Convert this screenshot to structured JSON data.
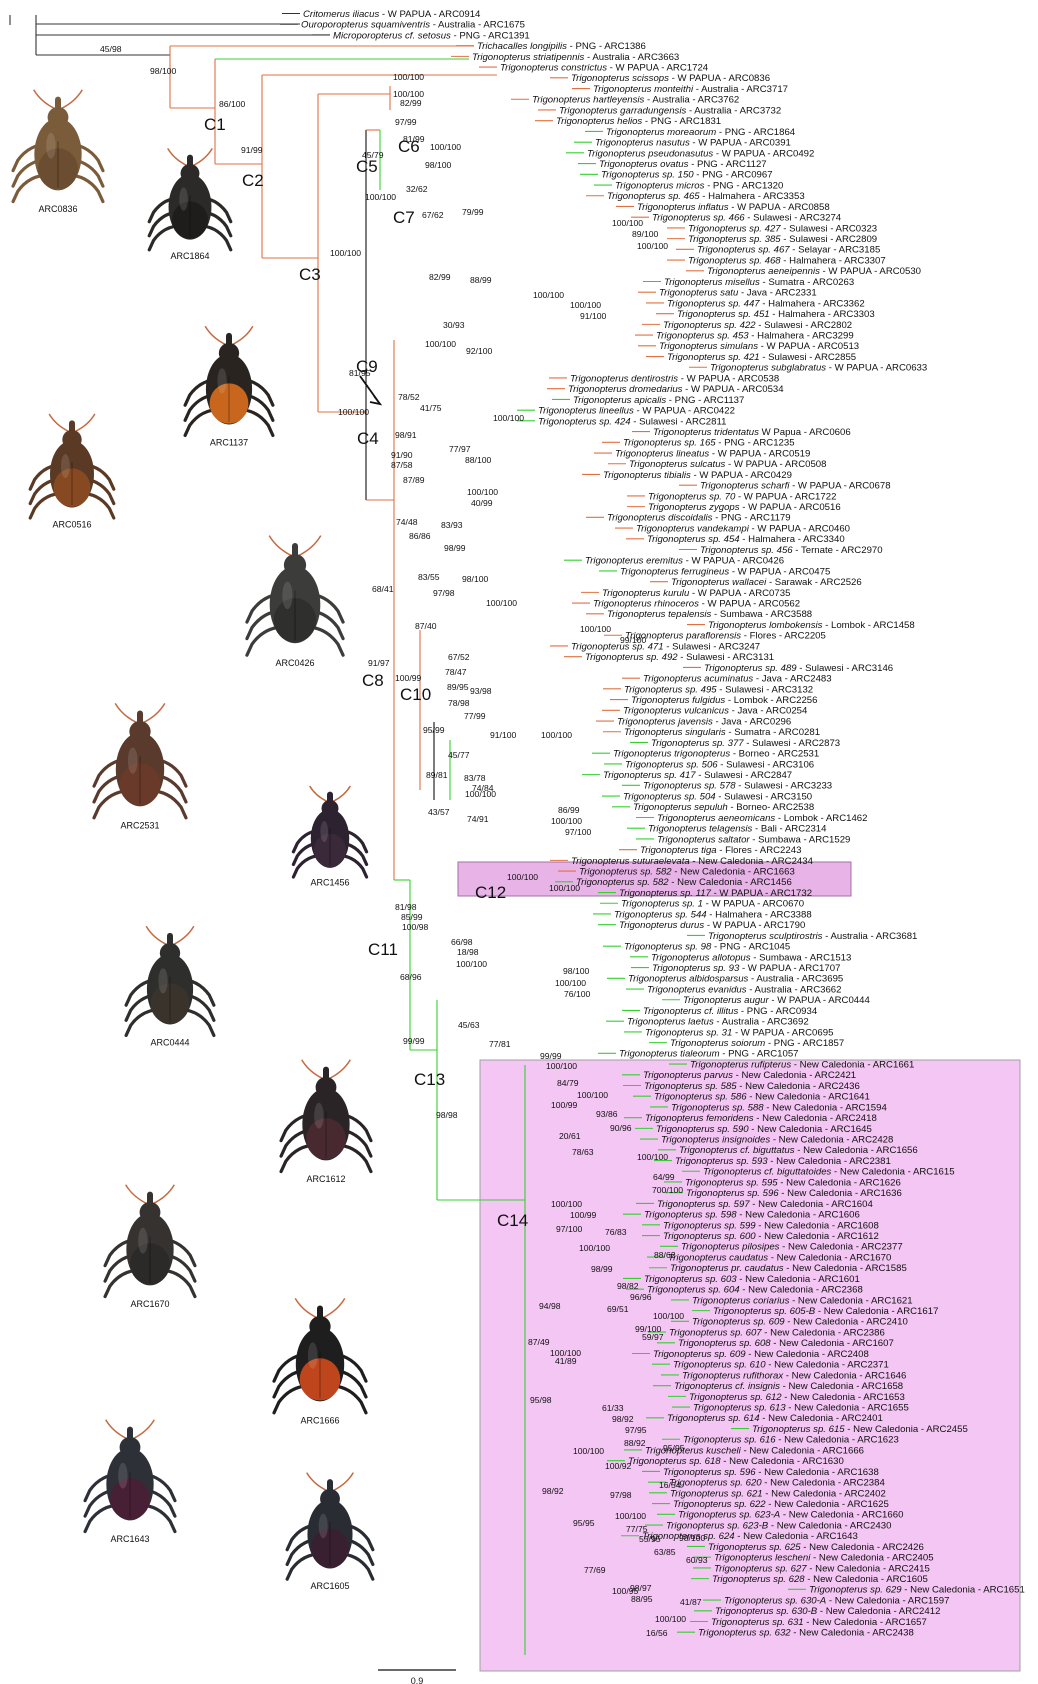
{
  "colors": {
    "outgroup": "#333333",
    "c1": "#e07040",
    "green": "#35d030",
    "c12": "#e8b4e8",
    "c14": "#f3c6f3",
    "box": "#a070a0"
  },
  "scale": {
    "label": "0.9"
  },
  "tips": [
    {
      "sp": "Critomerus iliacus",
      "rest": " - W PAPUA - ARC0914"
    },
    {
      "sp": "Ouroporopterus squamiventris",
      "rest": " - Australia - ARC1675"
    },
    {
      "sp": "Microporopterus cf. setosus",
      "rest": " - PNG - ARC1391"
    },
    {
      "sp": "Trichacalles longipilis",
      "rest": " - PNG - ARC1386"
    },
    {
      "sp": "Trigonopterus striatipennis",
      "rest": " - Australia - ARC3663"
    },
    {
      "sp": "Trigonopterus constrictus",
      "rest": " - W PAPUA - ARC1724"
    },
    {
      "sp": "Trigonopterus scissops",
      "rest": " - W PAPUA - ARC0836"
    },
    {
      "sp": "Trigonopterus monteithi",
      "rest": " - Australia - ARC3717"
    },
    {
      "sp": "Trigonopterus hartleyensis",
      "rest": " - Australia - ARC3762"
    },
    {
      "sp": "Trigonopterus garradungensis",
      "rest": " - Australia - ARC3732"
    },
    {
      "sp": "Trigonopterus helios",
      "rest": " - PNG - ARC1831"
    },
    {
      "sp": "Trigonopterus moreaorum",
      "rest": " - PNG - ARC1864"
    },
    {
      "sp": "Trigonopterus nasutus",
      "rest": " - W PAPUA - ARC0391"
    },
    {
      "sp": "Trigonopterus pseudonasutus",
      "rest": " - W PAPUA - ARC0492"
    },
    {
      "sp": "Trigonopterus ovatus",
      "rest": " - PNG - ARC1127"
    },
    {
      "sp": "Trigonopterus sp. 150",
      "rest": " - PNG - ARC0967"
    },
    {
      "sp": "Trigonopterus micros",
      "rest": " - PNG - ARC1320"
    },
    {
      "sp": "Trigonopterus sp. 465",
      "rest": " - Halmahera - ARC3353"
    },
    {
      "sp": "Trigonopterus inflatus",
      "rest": " - W PAPUA - ARC0858"
    },
    {
      "sp": "Trigonopterus sp. 466",
      "rest": " - Sulawesi - ARC3274"
    },
    {
      "sp": "Trigonopterus sp. 427",
      "rest": " - Sulawesi - ARC0323"
    },
    {
      "sp": "Trigonopterus sp. 385",
      "rest": " - Sulawesi - ARC2809"
    },
    {
      "sp": "Trigonopterus sp. 467",
      "rest": " - Selayar - ARC3185"
    },
    {
      "sp": "Trigonopterus sp. 468",
      "rest": " - Halmahera - ARC3307"
    },
    {
      "sp": "Trigonopterus aeneipennis",
      "rest": " - W PAPUA - ARC0530"
    },
    {
      "sp": "Trigonopterus misellus",
      "rest": " - Sumatra - ARC0263"
    },
    {
      "sp": "Trigonopterus satu",
      "rest": " - Java - ARC2331"
    },
    {
      "sp": "Trigonopterus sp. 447",
      "rest": " - Halmahera - ARC3362"
    },
    {
      "sp": "Trigonopterus sp. 451",
      "rest": " - Halmahera - ARC3303"
    },
    {
      "sp": "Trigonopterus sp. 422",
      "rest": " - Sulawesi - ARC2802"
    },
    {
      "sp": "Trigonopterus sp. 453",
      "rest": " - Halmahera - ARC3299"
    },
    {
      "sp": "Trigonopterus simulans",
      "rest": " - W PAPUA - ARC0513"
    },
    {
      "sp": "Trigonopterus sp. 421",
      "rest": " - Sulawesi - ARC2855"
    },
    {
      "sp": "Trigonopterus subglabratus",
      "rest": " - W PAPUA - ARC0633"
    },
    {
      "sp": "Trigonopterus dentirostris",
      "rest": " - W PAPUA - ARC0538"
    },
    {
      "sp": "Trigonopterus dromedarius",
      "rest": " - W PAPUA - ARC0534"
    },
    {
      "sp": "Trigonopterus apicalis",
      "rest": " - PNG - ARC1137"
    },
    {
      "sp": "Trigonopterus lineellus",
      "rest": " - W PAPUA - ARC0422"
    },
    {
      "sp": "Trigonopterus sp. 424",
      "rest": " - Sulawesi - ARC2811"
    },
    {
      "sp": "Trigonopterus tridentatus",
      "rest": " W Papua - ARC0606"
    },
    {
      "sp": "Trigonopterus sp. 165",
      "rest": " - PNG - ARC1235"
    },
    {
      "sp": "Trigonopterus lineatus",
      "rest": " - W PAPUA - ARC0519"
    },
    {
      "sp": "Trigonopterus sulcatus",
      "rest": " - W PAPUA - ARC0508"
    },
    {
      "sp": "Trigonopterus tibialis",
      "rest": " - W PAPUA - ARC0429"
    },
    {
      "sp": "Trigonopterus scharfi",
      "rest": " - W PAPUA - ARC0678"
    },
    {
      "sp": "Trigonopterus sp. 70",
      "rest": " - W PAPUA - ARC1722"
    },
    {
      "sp": "Trigonopterus zygops",
      "rest": " - W PAPUA - ARC0516"
    },
    {
      "sp": "Trigonopterus discoidalis",
      "rest": " - PNG - ARC1179"
    },
    {
      "sp": "Trigonopterus vandekampi",
      "rest": " - W PAPUA - ARC0460"
    },
    {
      "sp": "Trigonopterus sp. 454",
      "rest": " - Halmahera - ARC3340"
    },
    {
      "sp": "Trigonopterus sp. 456",
      "rest": " - Ternate - ARC2970"
    },
    {
      "sp": "Trigonopterus eremitus",
      "rest": " - W PAPUA - ARC0426"
    },
    {
      "sp": "Trigonopterus ferrugineus",
      "rest": " - W PAPUA - ARC0475"
    },
    {
      "sp": "Trigonopterus wallacei",
      "rest": " - Sarawak - ARC2526"
    },
    {
      "sp": "Trigonopterus kurulu",
      "rest": " - W PAPUA - ARC0735"
    },
    {
      "sp": "Trigonopterus rhinoceros",
      "rest": " - W PAPUA - ARC0562"
    },
    {
      "sp": "Trigonopterus tepalensis",
      "rest": " - Sumbawa - ARC3588"
    },
    {
      "sp": "Trigonopterus lombokensis",
      "rest": " - Lombok - ARC1458"
    },
    {
      "sp": "Trigonopterus paraflorensis",
      "rest": " - Flores - ARC2205"
    },
    {
      "sp": "Trigonopterus sp. 471",
      "rest": " - Sulawesi - ARC3247"
    },
    {
      "sp": "Trigonopterus sp. 492",
      "rest": " - Sulawesi - ARC3131"
    },
    {
      "sp": "Trigonopterus sp. 489",
      "rest": " - Sulawesi - ARC3146"
    },
    {
      "sp": "Trigonopterus acuminatus",
      "rest": " - Java - ARC2483"
    },
    {
      "sp": "Trigonopterus sp. 495",
      "rest": " - Sulawesi - ARC3132"
    },
    {
      "sp": "Trigonopterus fulgidus",
      "rest": " - Lombok - ARC2256"
    },
    {
      "sp": "Trigonopterus vulcanicus",
      "rest": " - Java - ARC0254"
    },
    {
      "sp": "Trigonopterus javensis",
      "rest": " - Java - ARC0296"
    },
    {
      "sp": "Trigonopterus singularis",
      "rest": " - Sumatra - ARC0281"
    },
    {
      "sp": "Trigonopterus sp. 377",
      "rest": " - Sulawesi - ARC2873"
    },
    {
      "sp": "Trigonopterus trigonopterus",
      "rest": " - Borneo - ARC2531"
    },
    {
      "sp": "Trigonopterus sp. 506",
      "rest": " - Sulawesi - ARC3106"
    },
    {
      "sp": "Trigonopterus sp. 417",
      "rest": " - Sulawesi - ARC2847"
    },
    {
      "sp": "Trigonopterus sp. 578",
      "rest": " - Sulawesi - ARC3233"
    },
    {
      "sp": "Trigonopterus sp. 504",
      "rest": " - Sulawesi - ARC3150"
    },
    {
      "sp": "Trigonopterus sepuluh",
      "rest": " - Borneo- ARC2538"
    },
    {
      "sp": "Trigonopterus aeneomicans",
      "rest": " - Lombok - ARC1462"
    },
    {
      "sp": "Trigonopterus telagensis",
      "rest": " - Bali - ARC2314"
    },
    {
      "sp": "Trigonopterus saltator",
      "rest": " - Sumbawa - ARC1529"
    },
    {
      "sp": "Trigonopterus tiga",
      "rest": " - Flores - ARC2243"
    },
    {
      "sp": "Trigonopterus suturaelevata",
      "rest": " - New Caledonia - ARC2434"
    },
    {
      "sp": "Trigonopterus sp. 582",
      "rest": " - New Caledonia - ARC1663"
    },
    {
      "sp": "Trigonopterus sp. 582",
      "rest": " - New Caledonia - ARC1456"
    },
    {
      "sp": "Trigonopterus sp. 117",
      "rest": " - W PAPUA - ARC1732"
    },
    {
      "sp": "Trigonopterus sp. 1",
      "rest": " - W PAPUA - ARC0670"
    },
    {
      "sp": "Trigonopterus sp. 544",
      "rest": " - Halmahera - ARC3388"
    },
    {
      "sp": "Trigonopterus durus",
      "rest": " - W PAPUA - ARC1790"
    },
    {
      "sp": "Trigonopterus sculptirostris",
      "rest": " - Australia - ARC3681"
    },
    {
      "sp": "Trigonopterus sp. 98",
      "rest": " - PNG - ARC1045"
    },
    {
      "sp": "Trigonopterus allotopus",
      "rest": " - Sumbawa - ARC1513"
    },
    {
      "sp": "Trigonopterus sp. 93",
      "rest": " - W PAPUA - ARC1707"
    },
    {
      "sp": "Trigonopterus albidosparsus",
      "rest": " - Australia - ARC3695"
    },
    {
      "sp": "Trigonopterus evanidus",
      "rest": " - Australia - ARC3662"
    },
    {
      "sp": "Trigonopterus augur",
      "rest": " - W PAPUA - ARC0444"
    },
    {
      "sp": "Trigonopterus cf. illitus",
      "rest": " - PNG - ARC0934"
    },
    {
      "sp": "Trigonopterus laetus",
      "rest": " - Australia - ARC3692"
    },
    {
      "sp": "Trigonopterus sp. 31",
      "rest": " - W PAPUA - ARC0695"
    },
    {
      "sp": "Trigonopterus soiorum",
      "rest": " - PNG - ARC1857"
    },
    {
      "sp": "Trigonopterus tialeorum",
      "rest": " - PNG - ARC1057"
    },
    {
      "sp": "Trigonopterus rufipterus",
      "rest": " - New Caledonia - ARC1661"
    },
    {
      "sp": "Trigonopterus parvus",
      "rest": " - New Caledonia - ARC2421"
    },
    {
      "sp": "Trigonopterus sp. 585",
      "rest": " - New Caledonia - ARC2436"
    },
    {
      "sp": "Trigonopterus sp. 586",
      "rest": " - New Caledonia - ARC1641"
    },
    {
      "sp": "Trigonopterus sp. 588",
      "rest": " - New Caledonia - ARC1594"
    },
    {
      "sp": "Trigonopterus femoridens",
      "rest": " - New Caledonia - ARC2418"
    },
    {
      "sp": "Trigonopterus sp. 590",
      "rest": " - New Caledonia - ARC1645"
    },
    {
      "sp": "Trigonopterus insignoides",
      "rest": " - New Caledonia - ARC2428"
    },
    {
      "sp": "Trigonopterus cf. biguttatus",
      "rest": " - New Caledonia - ARC1656"
    },
    {
      "sp": "Trigonopterus sp. 593",
      "rest": " - New Caledonia - ARC2381"
    },
    {
      "sp": "Trigonopterus cf. biguttatoides",
      "rest": " - New Caledonia - ARC1615"
    },
    {
      "sp": "Trigonopterus sp. 595",
      "rest": " - New Caledonia - ARC1626"
    },
    {
      "sp": "Trigonopterus sp. 596",
      "rest": " - New Caledonia - ARC1636"
    },
    {
      "sp": "Trigonopterus sp. 597",
      "rest": " - New Caledonia - ARC1604"
    },
    {
      "sp": "Trigonopterus sp. 598",
      "rest": " - New Caledonia - ARC1606"
    },
    {
      "sp": "Trigonopterus sp. 599",
      "rest": " - New Caledonia - ARC1608"
    },
    {
      "sp": "Trigonopterus sp. 600",
      "rest": " - New Caledonia - ARC1612"
    },
    {
      "sp": "Trigonopterus pilosipes",
      "rest": " - New Caledonia - ARC2377"
    },
    {
      "sp": "Trigonopterus caudatus",
      "rest": " - New Caledonia - ARC1670"
    },
    {
      "sp": "Trigonopterus pr. caudatus",
      "rest": " - New Caledonia - ARC1585"
    },
    {
      "sp": "Trigonopterus sp. 603",
      "rest": " - New Caledonia - ARC1601"
    },
    {
      "sp": "Trigonopterus sp. 604",
      "rest": " - New Caledonia - ARC2368"
    },
    {
      "sp": "Trigonopterus coriarius",
      "rest": " - New Caledonia - ARC1621"
    },
    {
      "sp": "Trigonopterus sp. 605-B",
      "rest": " - New Caledonia - ARC1617"
    },
    {
      "sp": "Trigonopterus sp. 609",
      "rest": " - New Caledonia - ARC2410"
    },
    {
      "sp": "Trigonopterus sp. 607",
      "rest": " - New Caledonia - ARC2386"
    },
    {
      "sp": "Trigonopterus sp. 608",
      "rest": " - New Caledonia - ARC1607"
    },
    {
      "sp": "Trigonopterus sp. 609",
      "rest": " - New Caledonia - ARC2408"
    },
    {
      "sp": "Trigonopterus sp. 610",
      "rest": " - New Caledonia - ARC2371"
    },
    {
      "sp": "Trigonopterus rufithorax",
      "rest": " - New Caledonia - ARC1646"
    },
    {
      "sp": "Trigonopterus cf. insignis",
      "rest": " - New Caledonia - ARC1658"
    },
    {
      "sp": "Trigonopterus sp. 612",
      "rest": " - New Caledonia - ARC1653"
    },
    {
      "sp": "Trigonopterus sp. 613",
      "rest": " - New Caledonia - ARC1655"
    },
    {
      "sp": "Trigonopterus sp. 614",
      "rest": " - New Caledonia - ARC2401"
    },
    {
      "sp": "Trigonopterus sp. 615",
      "rest": " - New Caledonia - ARC2455"
    },
    {
      "sp": "Trigonopterus sp. 616",
      "rest": " - New Caledonia - ARC1623"
    },
    {
      "sp": "Trigonopterus kuscheli",
      "rest": " - New Caledonia - ARC1666"
    },
    {
      "sp": "Trigonopterus sp. 618",
      "rest": " - New Caledonia - ARC1630"
    },
    {
      "sp": "Trigonopterus sp. 596",
      "rest": " - New Caledonia - ARC1638"
    },
    {
      "sp": "Trigonopterus sp. 620",
      "rest": " - New Caledonia - ARC2384"
    },
    {
      "sp": "Trigonopterus sp. 621",
      "rest": " - New Caledonia - ARC2402"
    },
    {
      "sp": "Trigonopterus sp. 622",
      "rest": " - New Caledonia - ARC1625"
    },
    {
      "sp": "Trigonopterus sp. 623-A",
      "rest": " - New Caledonia - ARC1660"
    },
    {
      "sp": "Trigonopterus sp. 623-B",
      "rest": " - New Caledonia - ARC2430"
    },
    {
      "sp": "Trigonopterus sp. 624",
      "rest": " - New Caledonia - ARC1643"
    },
    {
      "sp": "Trigonopterus sp. 625",
      "rest": " - New Caledonia - ARC2426"
    },
    {
      "sp": "Trigonopterus lescheni",
      "rest": " - New Caledonia - ARC2405"
    },
    {
      "sp": "Trigonopterus sp. 627",
      "rest": " - New Caledonia - ARC2415"
    },
    {
      "sp": "Trigonopterus sp. 628",
      "rest": " - New Caledonia - ARC1605"
    },
    {
      "sp": "Trigonopterus sp. 629",
      "rest": " - New Caledonia - ARC1651"
    },
    {
      "sp": "Trigonopterus sp. 630-A",
      "rest": " - New Caledonia - ARC1597"
    },
    {
      "sp": "Trigonopterus sp. 630-B",
      "rest": " - New Caledonia - ARC2412"
    },
    {
      "sp": "Trigonopterus sp. 631",
      "rest": " - New Caledonia - ARC1657"
    },
    {
      "sp": "Trigonopterus sp. 632",
      "rest": " - New Caledonia - ARC2438"
    }
  ],
  "clades": [
    "C1",
    "C2",
    "C3",
    "C4",
    "C5",
    "C6",
    "C7",
    "C8",
    "C9",
    "C10",
    "C11",
    "C12",
    "C13",
    "C14"
  ],
  "supports": [
    "45/98",
    "98/100",
    "86/100",
    "91/99",
    "100/100",
    "100/100",
    "100/100",
    "82/99",
    "97/99",
    "81/99",
    "100/100",
    "45/79",
    "98/100",
    "100/100",
    "32/62",
    "67/62",
    "79/99",
    "100/100",
    "89/100",
    "100/100",
    "82/99",
    "88/99",
    "100/100",
    "100/100",
    "91/100",
    "81/95",
    "100/100",
    "30/93",
    "100/100",
    "92/100",
    "78/52",
    "41/75",
    "100/100",
    "98/91",
    "91/90",
    "87/58",
    "77/97",
    "88/100",
    "87/89",
    "100/100",
    "40/99",
    "74/48",
    "83/93",
    "86/86",
    "98/99",
    "68/41",
    "83/55",
    "98/100",
    "97/98",
    "100/100",
    "87/40",
    "100/100",
    "99/100",
    "91/97",
    "67/52",
    "100/99",
    "78/47",
    "89/95",
    "93/98",
    "78/98",
    "77/99",
    "95/99",
    "91/100",
    "100/100",
    "45/77",
    "89/81",
    "83/78",
    "74/84",
    "100/100",
    "43/57",
    "74/91",
    "86/99",
    "100/100",
    "97/100",
    "100/100",
    "100/100",
    "81/98",
    "85/99",
    "100/98",
    "66/98",
    "18/98",
    "100/100",
    "68/96",
    "98/100",
    "100/100",
    "76/100",
    "99/99",
    "45/63",
    "77/81",
    "99/99",
    "100/100",
    "98/98",
    "84/79",
    "100/100",
    "100/99",
    "93/86",
    "90/96",
    "20/61",
    "78/63",
    "100/100",
    "64/99",
    "700/100",
    "100/100",
    "100/99",
    "97/100",
    "76/83",
    "100/100",
    "88/62",
    "98/99",
    "98/82",
    "96/96",
    "69/51",
    "100/100",
    "99/100",
    "59/97",
    "94/98",
    "87/49",
    "100/100",
    "41/89",
    "95/98",
    "61/33",
    "98/92",
    "97/95",
    "88/92",
    "95/95",
    "100/100",
    "100/92",
    "97/98",
    "98/92",
    "16/54",
    "100/100",
    "77/75",
    "55/95",
    "98/100",
    "95/95",
    "63/85",
    "60/93",
    "77/69",
    "100/95",
    "98/97",
    "88/95",
    "41/87",
    "100/100",
    "16/56",
    "97/97"
  ],
  "photos": [
    {
      "label": "ARC0836",
      "color": "#7a5c3a",
      "belly": "#6a4c30"
    },
    {
      "label": "ARC1864",
      "color": "#2c2a28",
      "belly": "#1e1c1a"
    },
    {
      "label": "ARC1137",
      "color": "#2a2420",
      "belly": "#d06a1c"
    },
    {
      "label": "ARC0516",
      "color": "#5a3a24",
      "belly": "#8a4a22"
    },
    {
      "label": "ARC0426",
      "color": "#3c3c3a",
      "belly": "#2e2e2c"
    },
    {
      "label": "ARC2531",
      "color": "#5a3a2c",
      "belly": "#6a3a2a"
    },
    {
      "label": "ARC1456",
      "color": "#2c2230",
      "belly": "#3a2a3a"
    },
    {
      "label": "ARC0444",
      "color": "#2e2e2c",
      "belly": "#3a342c"
    },
    {
      "label": "ARC1612",
      "color": "#2a2426",
      "belly": "#4a2a30"
    },
    {
      "label": "ARC1670",
      "color": "#353230",
      "belly": "#2c2a28"
    },
    {
      "label": "ARC1666",
      "color": "#1e1e1e",
      "belly": "#c8481c"
    },
    {
      "label": "ARC1643",
      "color": "#2e3038",
      "belly": "#4a2036"
    },
    {
      "label": "ARC1605",
      "color": "#2a2c34",
      "belly": "#3a2030"
    }
  ]
}
